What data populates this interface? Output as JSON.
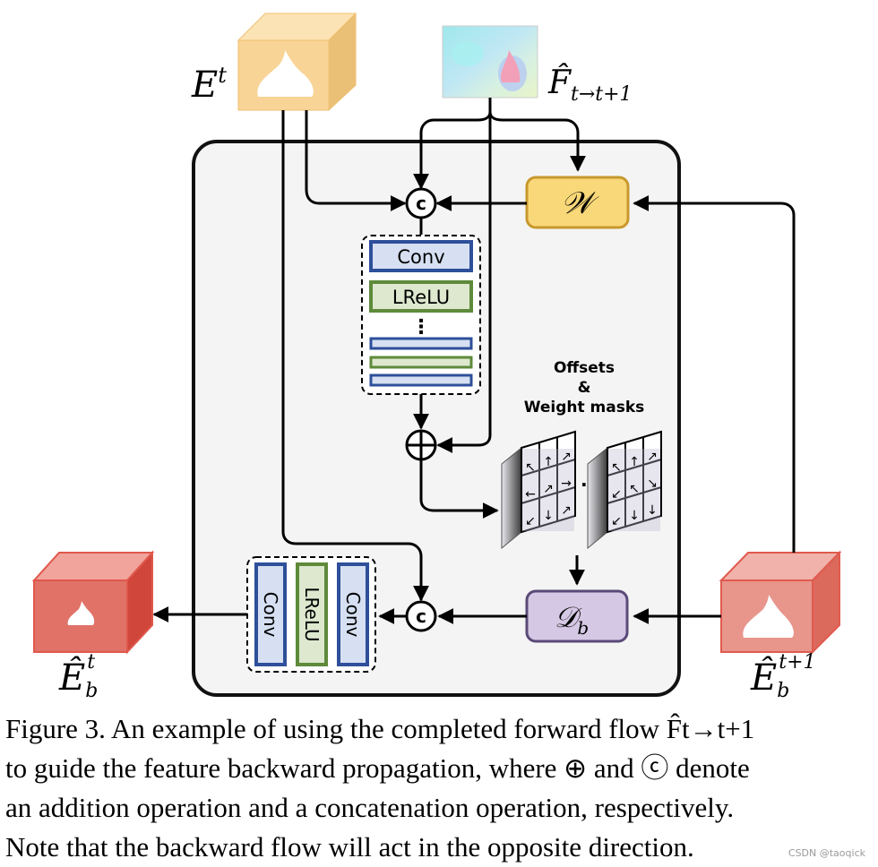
{
  "inputs": {
    "feature_label_base": "E",
    "feature_label_sup": "t",
    "flow_label_base": "F̂",
    "flow_label_sub": "t→t+1"
  },
  "ops": {
    "warp_label": "𝒲",
    "concat_symbol": "c",
    "add_symbol": "⊕",
    "deform_label_base": "𝒟",
    "deform_label_sub": "b"
  },
  "offset_block": {
    "layers": [
      "Conv",
      "LReLU",
      "⋮"
    ]
  },
  "offsets_label": {
    "line1": "Offsets",
    "line2": "&",
    "line3": "Weight masks"
  },
  "output_block": {
    "layers": [
      "Conv",
      "LReLU",
      "Conv"
    ]
  },
  "outputs": {
    "next_label_base": "Ê",
    "next_label_sub": "b",
    "next_label_sup": "t+1",
    "out_label_base": "Ê",
    "out_label_sub": "b",
    "out_label_sup": "t"
  },
  "caption": {
    "line1": "Figure 3. An example of using the completed forward flow F̂t→t+1",
    "line2": "to guide the feature backward propagation, where ⊕ and ⓒ denote",
    "line3": "an addition operation and a concatenation operation, respectively.",
    "line4": "Note that the backward flow will act in the opposite direction."
  },
  "watermark": "CSDN @taoqick",
  "colors": {
    "feature_cube": "#f7d08a",
    "output_cube": "#e0584c",
    "warp_box": "#f8d878",
    "deform_box": "#d4c8e4",
    "conv_layer": "#2e4f9a",
    "lrelu_layer": "#5e8a3a"
  }
}
